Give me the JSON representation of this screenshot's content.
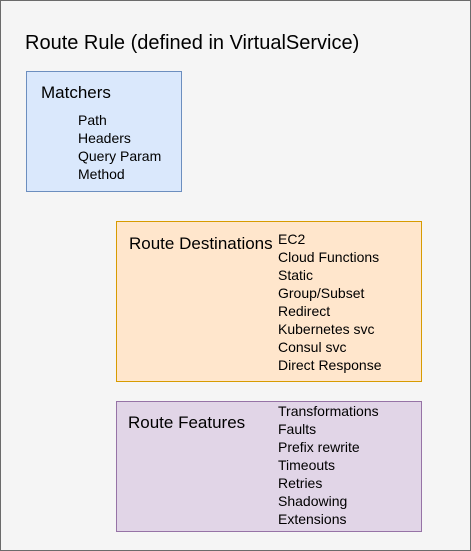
{
  "title": "Route Rule (defined in VirtualService)",
  "matchers": {
    "heading": "Matchers",
    "items": [
      "Path",
      "Headers",
      "Query Param",
      "Method"
    ]
  },
  "destinations": {
    "heading": "Route Destinations",
    "items": [
      "EC2",
      "Cloud Functions",
      "Static",
      "Group/Subset",
      "Redirect",
      "Kubernetes svc",
      "Consul svc",
      "Direct Response"
    ]
  },
  "features": {
    "heading": "Route Features",
    "items": [
      "Transformations",
      "Faults",
      "Prefix rewrite",
      "Timeouts",
      "Retries",
      "Shadowing",
      "Extensions"
    ]
  },
  "colors": {
    "outer_fill": "#f5f5f5",
    "matchers_fill": "#dae8fc",
    "matchers_stroke": "#6c8ebf",
    "destinations_fill": "#ffe6cc",
    "destinations_stroke": "#d79b00",
    "features_fill": "#e1d5e7",
    "features_stroke": "#9673a6"
  }
}
